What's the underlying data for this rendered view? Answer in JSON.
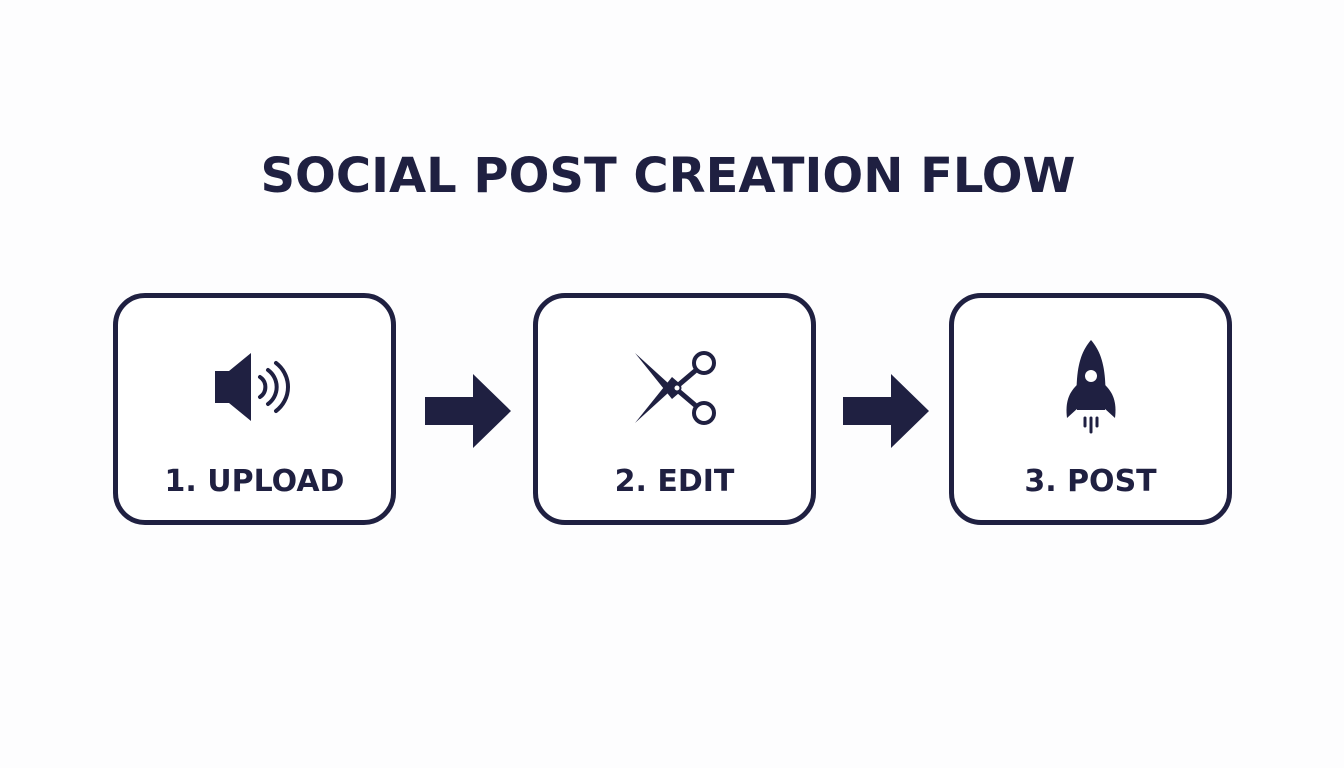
{
  "title": "SOCIAL POST CREATION FLOW",
  "colors": {
    "primary": "#1f2041",
    "background": "#fdfdfe"
  },
  "steps": [
    {
      "label": "1. UPLOAD",
      "icon": "speaker-icon"
    },
    {
      "label": "2. EDIT",
      "icon": "scissors-icon"
    },
    {
      "label": "3. POST",
      "icon": "rocket-icon"
    }
  ],
  "connectors": [
    {
      "icon": "arrow-right-icon"
    },
    {
      "icon": "arrow-right-icon"
    }
  ]
}
